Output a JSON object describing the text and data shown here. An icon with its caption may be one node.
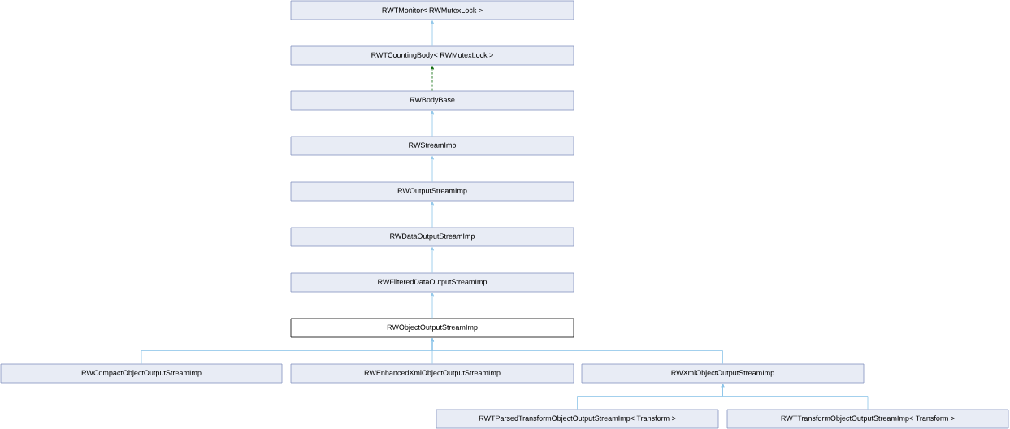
{
  "diagram": {
    "nodes": [
      {
        "text": [
          "RWTMonitor< RWMutexLock >"
        ]
      },
      {
        "text": [
          "RWTCountingBody< RWMutexLock >"
        ]
      },
      {
        "text": [
          "RWBodyBase"
        ]
      },
      {
        "text": [
          "RWStreamImp"
        ]
      },
      {
        "text": [
          "RWOutputStreamImp"
        ]
      },
      {
        "text": [
          "RWDataOutputStreamImp"
        ]
      },
      {
        "text": [
          "RWFilteredDataOutputStreamImp"
        ]
      },
      {
        "text": [
          "RWObjectOutputStreamImp"
        ]
      },
      {
        "text": [
          "RWCompactObjectOutputStreamImp"
        ]
      },
      {
        "text": [
          "RWEnhancedXmlObjectOutputStreamImp"
        ]
      },
      {
        "text": [
          "RWXmlObjectOutputStreamImp"
        ]
      },
      {
        "text": [
          "RWTParsedTransformObjectOutputStreamImp< Transform >"
        ]
      },
      {
        "text": [
          "RWTTransformObjectOutputStreamImp< Transform >"
        ]
      }
    ],
    "edges": [
      {
        "from": 1,
        "to": 0,
        "arrow": "to"
      },
      {
        "from": 2,
        "to": 1,
        "arrow": "to",
        "style": "dashed",
        "color": "#006400"
      },
      {
        "from": 3,
        "to": 2,
        "arrow": "to"
      },
      {
        "from": 4,
        "to": 3,
        "arrow": "to"
      },
      {
        "from": 5,
        "to": 4,
        "arrow": "to"
      },
      {
        "from": 6,
        "to": 5,
        "arrow": "to"
      },
      {
        "from": 7,
        "to": 6,
        "arrow": "to"
      },
      {
        "from": 8,
        "to": 7,
        "arrow": "to"
      },
      {
        "from": 9,
        "to": 7,
        "arrow": "to"
      },
      {
        "from": 10,
        "to": 7,
        "arrow": "to"
      },
      {
        "from": 11,
        "to": 10,
        "arrow": "to"
      },
      {
        "from": 12,
        "to": 10,
        "arrow": "to"
      }
    ]
  }
}
